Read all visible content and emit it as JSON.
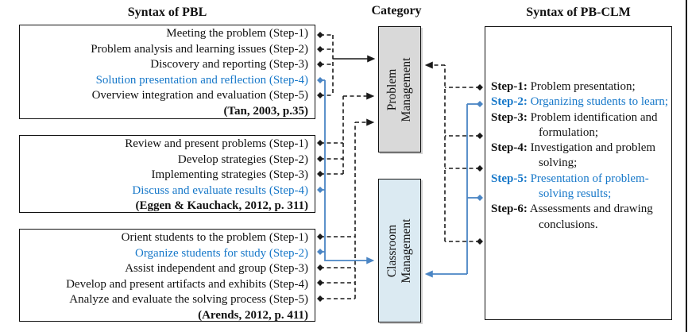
{
  "headers": {
    "pbl": "Syntax of PBL",
    "category": "Category",
    "pbclm": "Syntax of PB-CLM"
  },
  "pbl": {
    "box1": {
      "items": [
        "Meeting the problem (Step-1)",
        "Problem analysis and learning issues (Step-2)",
        "Discovery and reporting (Step-3)",
        "Solution presentation and reflection (Step-4)",
        "Overview integration and evaluation (Step-5)"
      ],
      "citation": "(Tan, 2003, p.35)"
    },
    "box2": {
      "items": [
        "Review and present problems (Step-1)",
        "Develop strategies (Step-2)",
        "Implementing strategies (Step-3)",
        "Discuss and evaluate results (Step-4)"
      ],
      "citation": "(Eggen & Kauchack, 2012, p. 311)"
    },
    "box3": {
      "items": [
        "Orient students to the problem (Step-1)",
        "Organize students for study (Step-2)",
        "Assist independent and group (Step-3)",
        "Develop and present artifacts and exhibits (Step-4)",
        "Analyze and evaluate the solving process (Step-5)"
      ],
      "citation": "(Arends, 2012, p. 411)"
    }
  },
  "categories": {
    "problem": {
      "line1": "Problem",
      "line2": "Management"
    },
    "classroom": {
      "line1": "Classroom",
      "line2": "Management"
    }
  },
  "pbclm": {
    "steps": [
      {
        "label": "Step-1:",
        "text": "Problem presentation;",
        "highlight": false
      },
      {
        "label": "Step-2:",
        "text": "Organizing students to learn;",
        "highlight": true
      },
      {
        "label": "Step-3:",
        "text": "Problem identification and formulation;",
        "highlight": false
      },
      {
        "label": "Step-4:",
        "text": "Investigation and problem solving;",
        "highlight": false
      },
      {
        "label": "Step-5:",
        "text": "Presentation of problem-solving results;",
        "highlight": true
      },
      {
        "label": "Step-6:",
        "text": "Assessments and drawing conclusions.",
        "highlight": false
      }
    ]
  },
  "connections": {
    "problem_management_from_pbl": [
      "Tan Step-1",
      "Tan Step-2",
      "Tan Step-3",
      "Tan Step-5",
      "Eggen Step-1",
      "Eggen Step-2",
      "Eggen Step-3",
      "Arends Step-1",
      "Arends Step-3",
      "Arends Step-4",
      "Arends Step-5"
    ],
    "classroom_management_from_pbl": [
      "Tan Step-4",
      "Eggen Step-4",
      "Arends Step-2"
    ],
    "problem_management_from_pbclm": [
      "Step-1",
      "Step-3",
      "Step-4",
      "Step-6"
    ],
    "classroom_management_from_pbclm": [
      "Step-2",
      "Step-5"
    ]
  },
  "colors": {
    "text_blue": "#1778C9",
    "arrow_blue": "#4A85C4",
    "arrow_black": "#1a1a1a",
    "problem_box_fill": "#d9d9d9",
    "classroom_box_fill": "#dbeaf2"
  }
}
